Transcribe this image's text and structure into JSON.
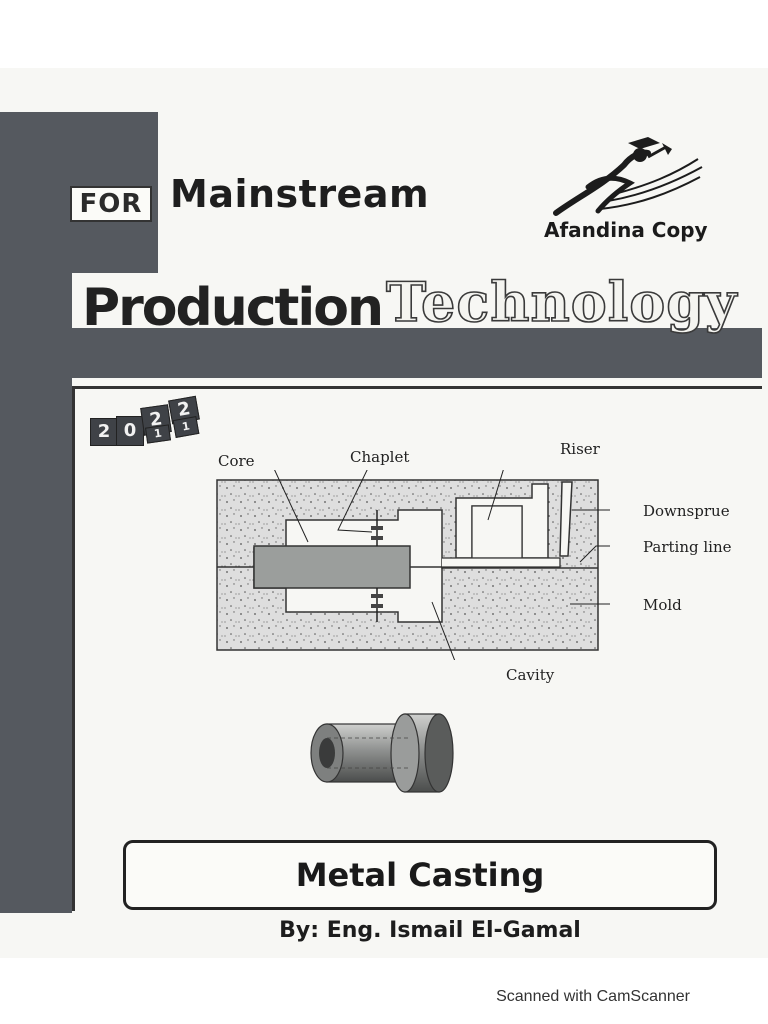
{
  "cover": {
    "for_label": "FOR",
    "series": "Mainstream",
    "subject_bold": "Production",
    "subject_outline": "Technology",
    "brand": "Afandina Copy",
    "year_digits": [
      "2",
      "0",
      "2",
      "2"
    ],
    "year_alt_digits": [
      "1",
      "1"
    ],
    "topic": "Metal Casting",
    "author": "By: Eng. Ismail El-Gamal"
  },
  "diagram": {
    "labels": {
      "core": "Core",
      "chaplet": "Chaplet",
      "riser": "Riser",
      "downsprue": "Downsprue",
      "parting_line": "Parting line",
      "mold": "Mold",
      "cavity": "Cavity"
    }
  },
  "footer": {
    "scanner": "Scanned with CamScanner"
  }
}
